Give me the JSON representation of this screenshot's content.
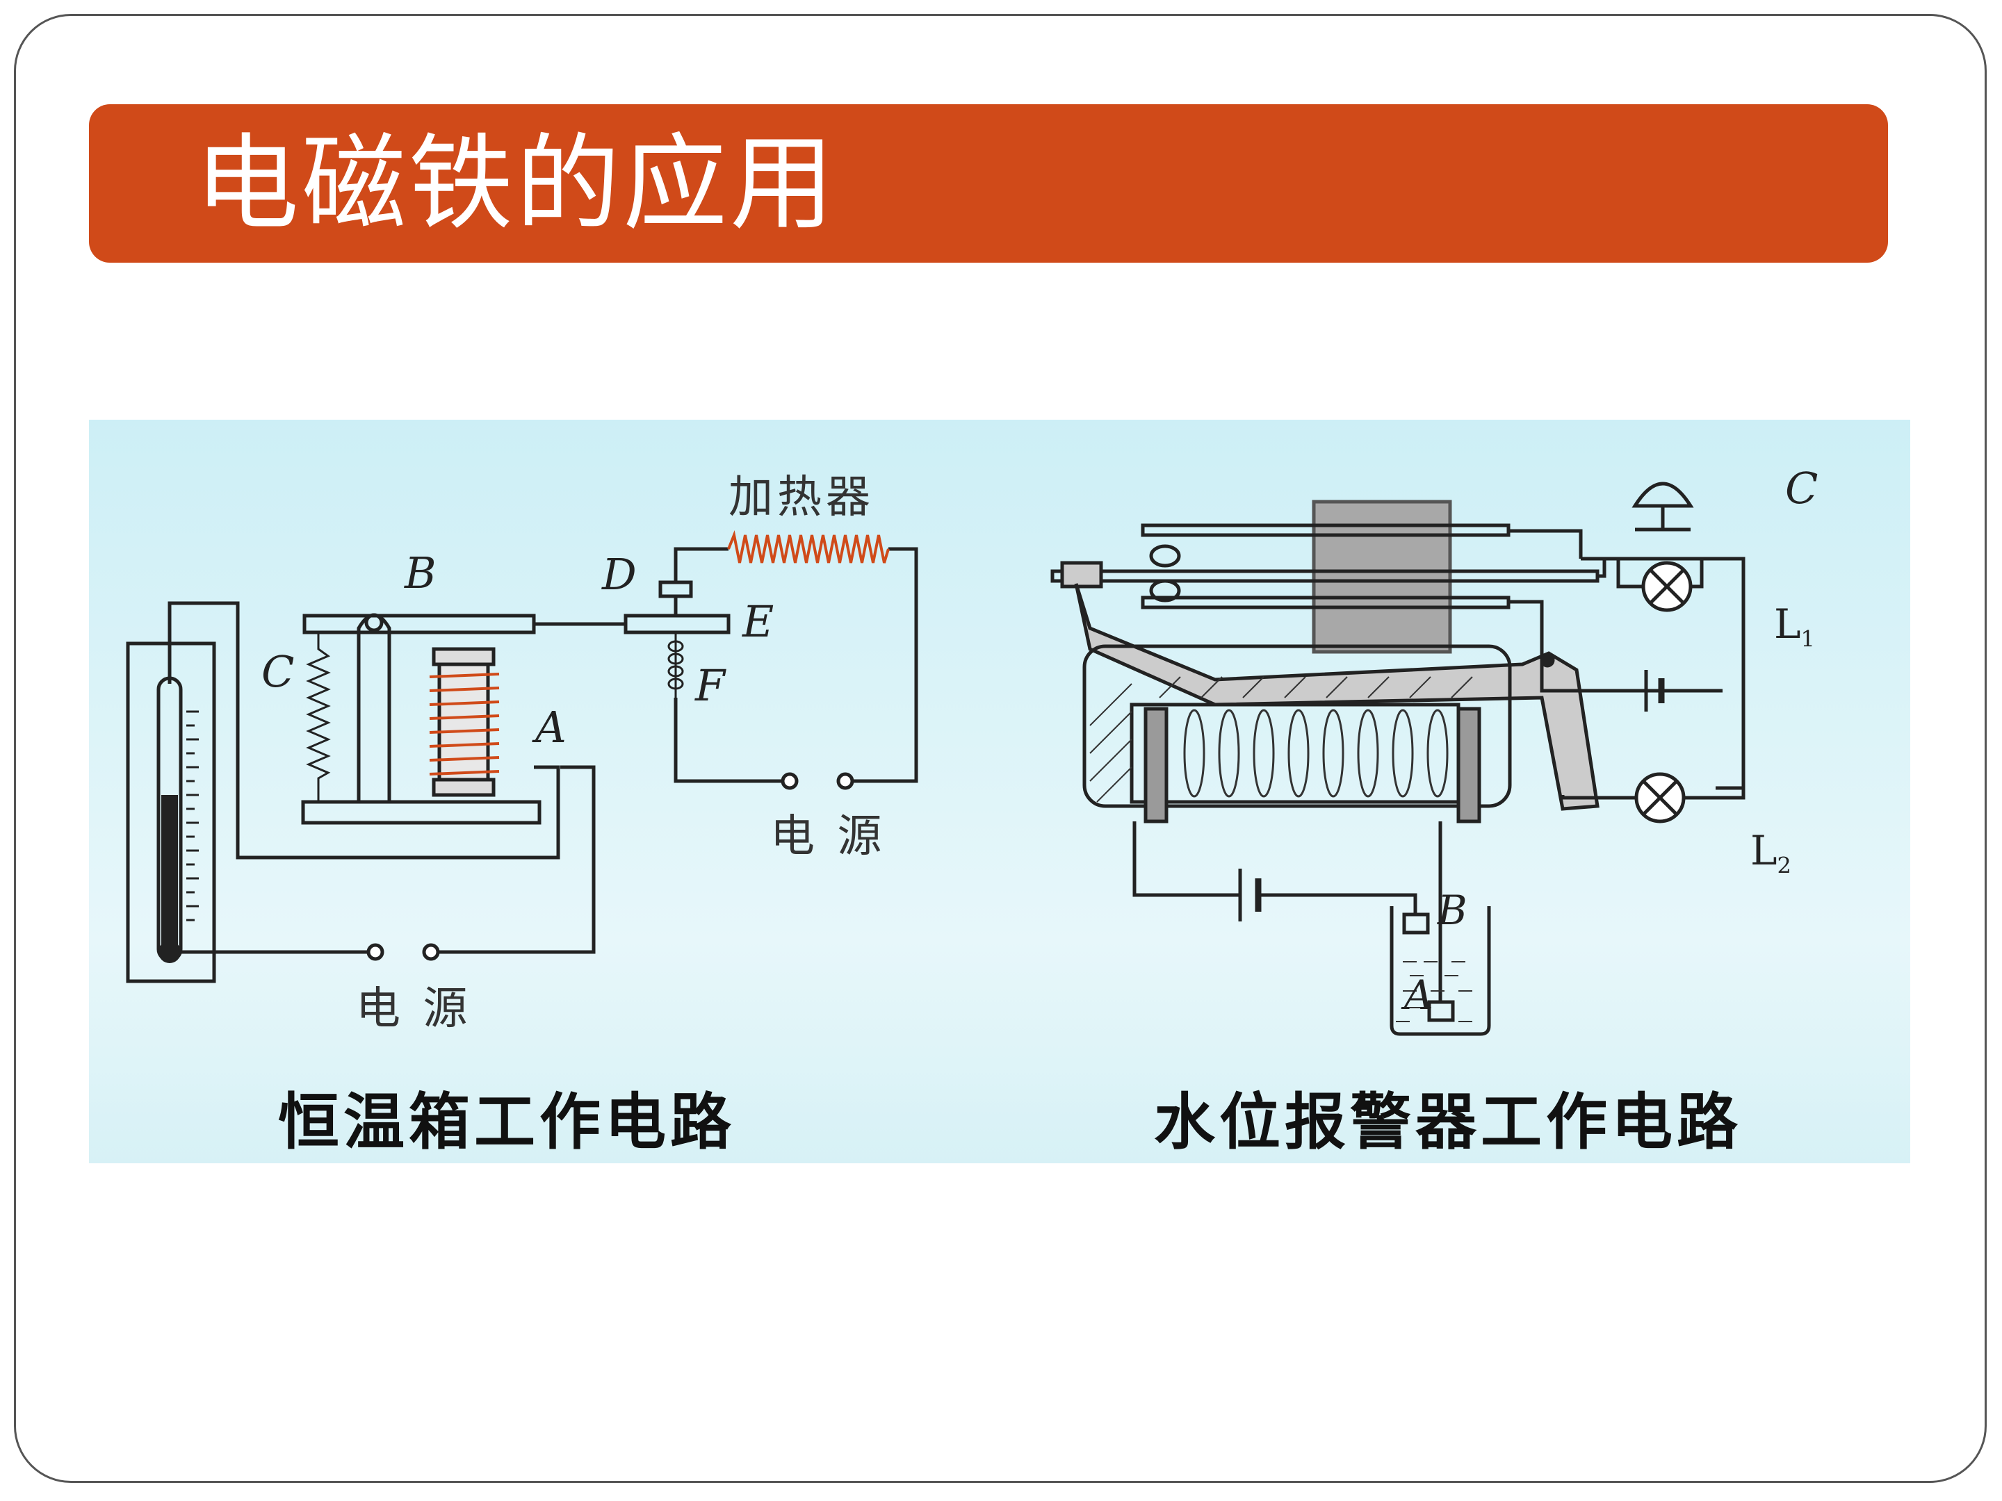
{
  "slide": {
    "title": "电磁铁的应用",
    "accent_color": "#d04a19",
    "panel_color": "#d8f2f7"
  },
  "left_diagram": {
    "caption": "恒温箱工作电路",
    "labels": {
      "B": "B",
      "C": "C",
      "A": "A",
      "D": "D",
      "E": "E",
      "F": "F",
      "heater": "加热器",
      "power_upper": "电 源",
      "power_lower": "电 源"
    }
  },
  "right_diagram": {
    "caption": "水位报警器工作电路",
    "labels": {
      "C": "C",
      "L1": "L",
      "L1_sub": "1",
      "L2": "L",
      "L2_sub": "2",
      "B": "B",
      "A": "A"
    }
  }
}
